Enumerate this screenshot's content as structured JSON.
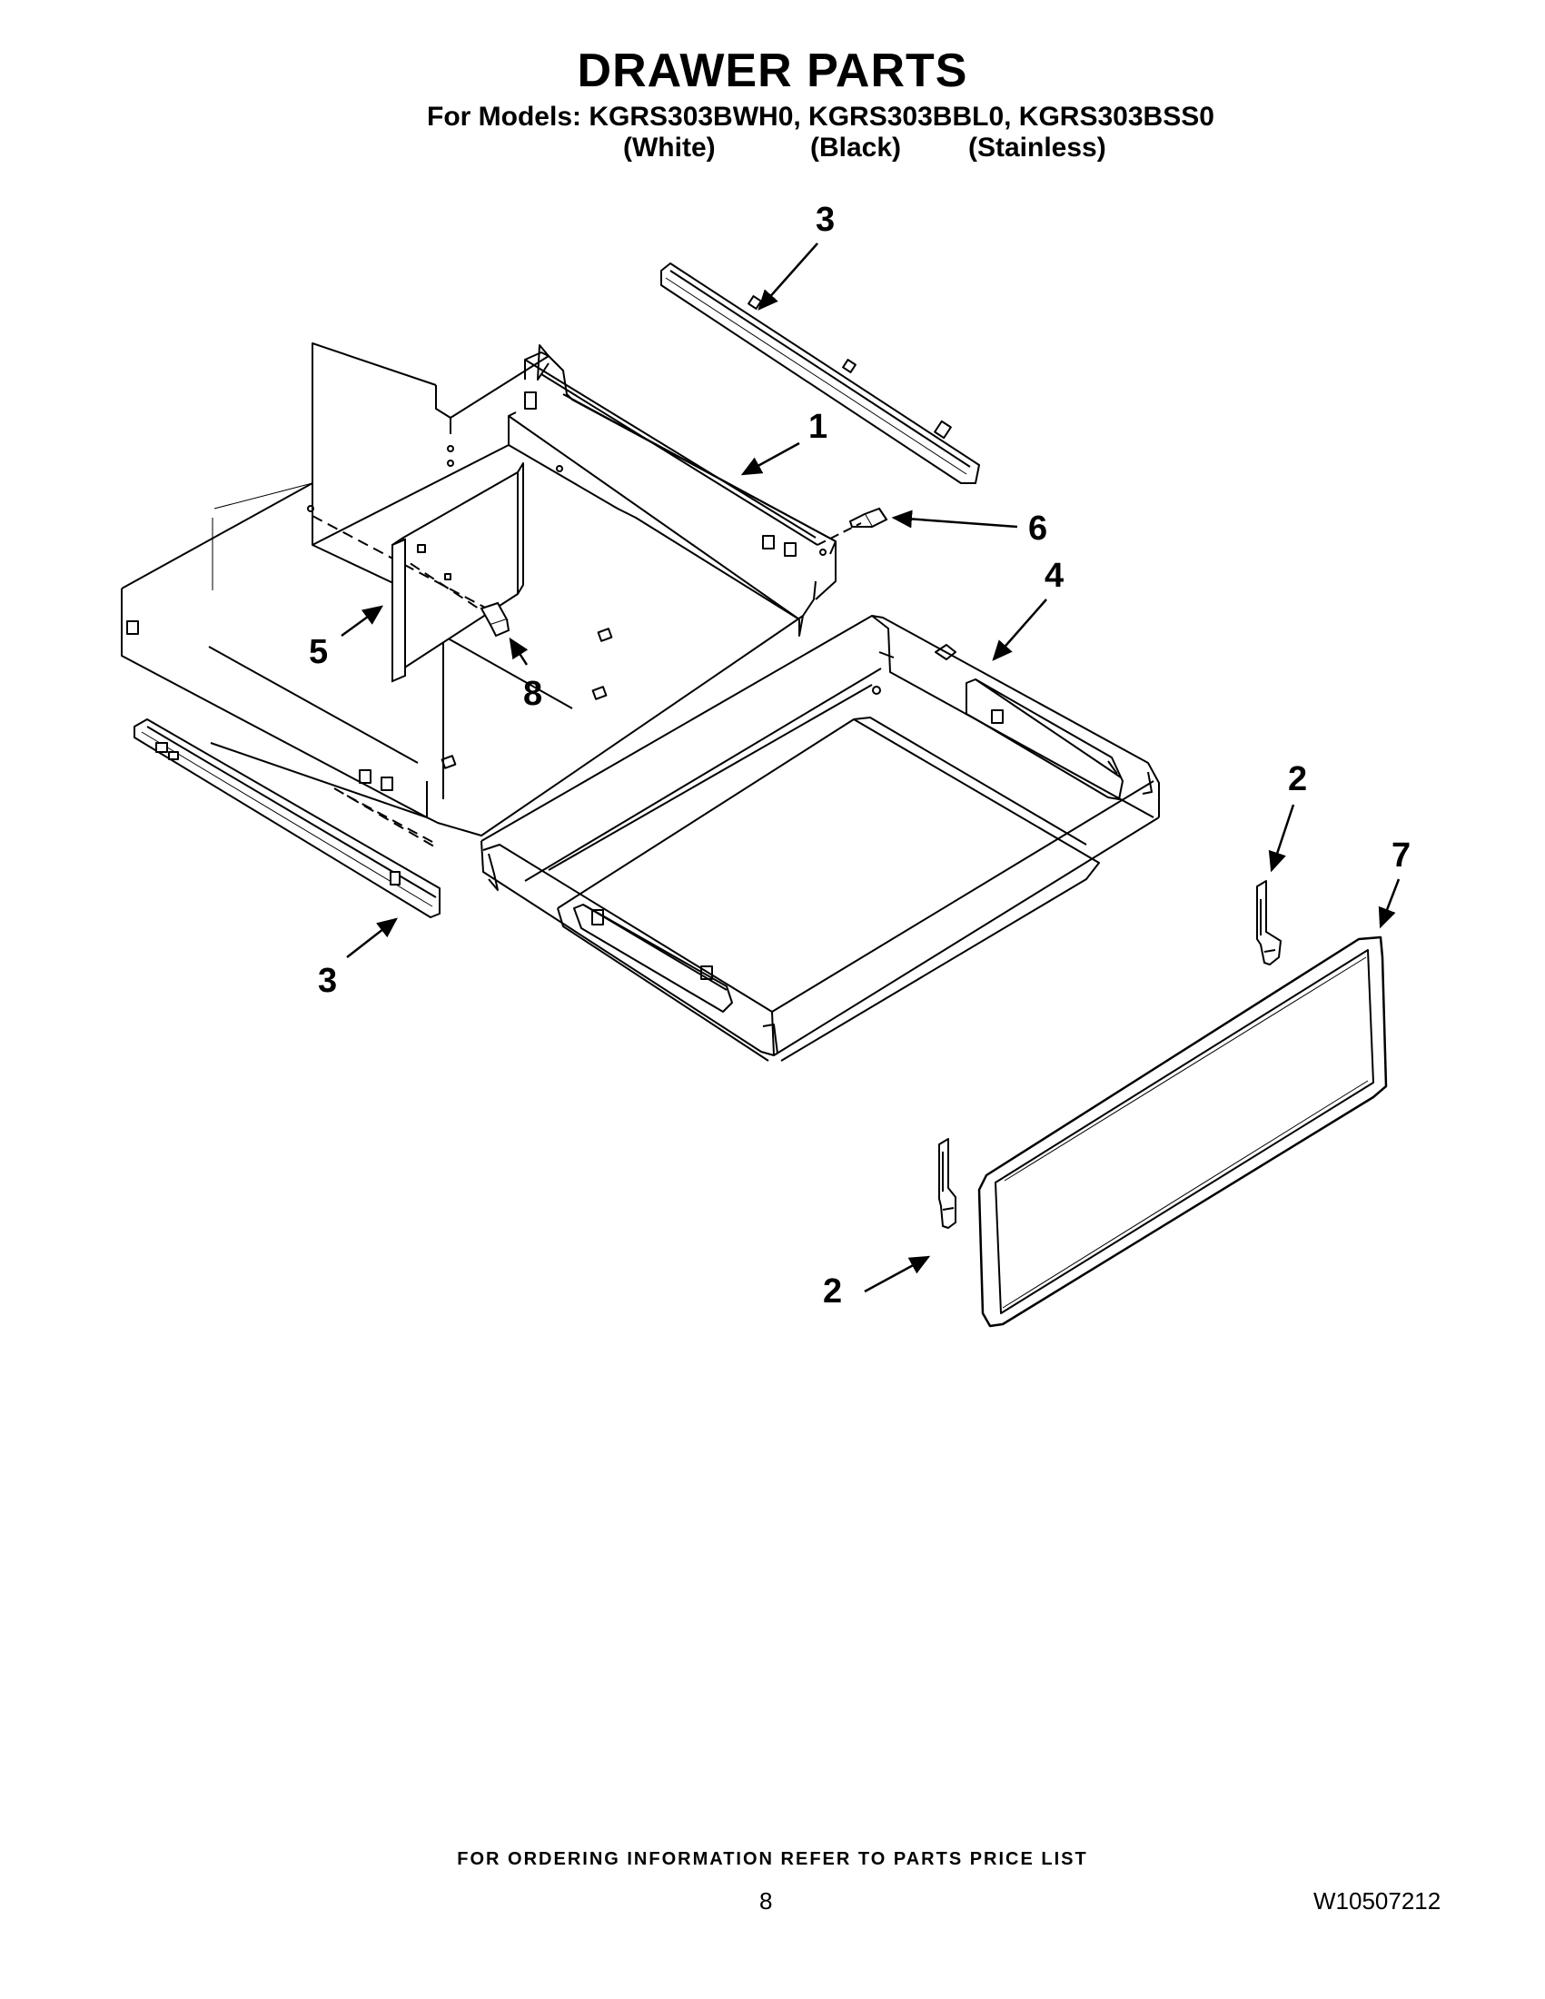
{
  "header": {
    "title": "DRAWER PARTS",
    "models_line": "For Models: KGRS303BWH0, KGRS303BBL0, KGRS303BSS0",
    "variants": [
      "(White)",
      "(Black)",
      "(Stainless)"
    ]
  },
  "callouts": {
    "rail_top": "3",
    "drawer_panel": "1",
    "screw_6": "6",
    "drawer_body": "4",
    "bracket_5": "5",
    "screw_8": "8",
    "glide_right": "2",
    "front_panel": "7",
    "rail_bottom": "3",
    "glide_left": "2"
  },
  "footer": {
    "ordering_note": "FOR ORDERING INFORMATION REFER TO PARTS PRICE LIST",
    "page_number": "8",
    "doc_number": "W10507212"
  }
}
